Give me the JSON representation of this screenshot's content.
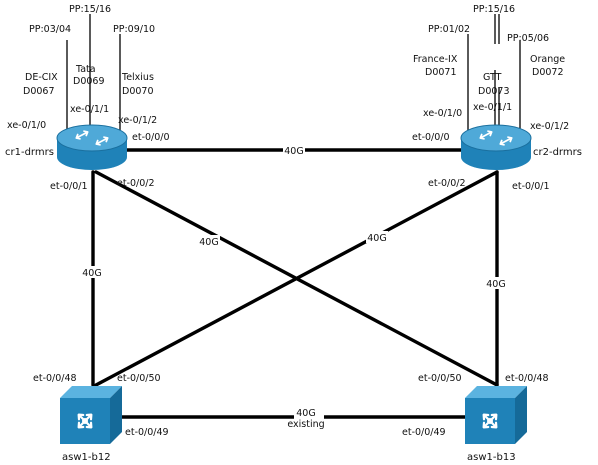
{
  "routers": {
    "cr1": {
      "name": "cr1-drmrs",
      "ports": {
        "e000": "et-0/0/0",
        "e001": "et-0/0/1",
        "e002": "et-0/0/2",
        "x010": "xe-0/1/0",
        "x011": "xe-0/1/1",
        "x012": "xe-0/1/2"
      },
      "peers": [
        {
          "pp": "PP:03/04",
          "name": "DE-CIX",
          "circuit": "D0067"
        },
        {
          "pp": "PP:15/16",
          "name": "Tata",
          "circuit": "D0069"
        },
        {
          "pp": "PP:09/10",
          "name": "Telxius",
          "circuit": "D0070"
        }
      ]
    },
    "cr2": {
      "name": "cr2-drmrs",
      "ports": {
        "e000": "et-0/0/0",
        "e001": "et-0/0/1",
        "e002": "et-0/0/2",
        "x010": "xe-0/1/0",
        "x011": "xe-0/1/1",
        "x012": "xe-0/1/2"
      },
      "peers": [
        {
          "pp": "PP:01/02",
          "name": "France-IX",
          "circuit": "D0071"
        },
        {
          "pp": "PP:15/16",
          "name": "GTT",
          "circuit": "D0073"
        },
        {
          "pp": "PP:05/06",
          "name": "Orange",
          "circuit": "D0072"
        }
      ]
    }
  },
  "switches": {
    "asw1": {
      "name": "asw1-b12",
      "ports": {
        "e048": "et-0/0/48",
        "e049": "et-0/0/49",
        "e050": "et-0/0/50"
      }
    },
    "asw2": {
      "name": "asw1-b13",
      "ports": {
        "e048": "et-0/0/48",
        "e049": "et-0/0/49",
        "e050": "et-0/0/50"
      }
    }
  },
  "links": {
    "cr1_cr2": "40G",
    "cr1_asw1": "40G",
    "cr1_asw2": "40G",
    "cr2_asw1": "40G",
    "cr2_asw2": "40G",
    "asw1_asw2": "40G",
    "asw1_asw2_note": "existing"
  },
  "colors": {
    "router_body": "#1f82b8",
    "router_top": "#4fa9d8",
    "switch_body": "#1f82b8",
    "switch_top": "#5bb3e0",
    "switch_side": "#156a99"
  }
}
